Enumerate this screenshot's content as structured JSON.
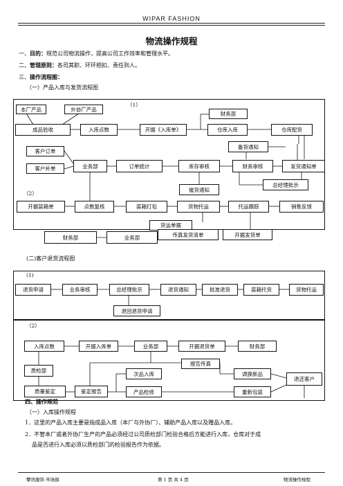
{
  "header": {
    "brand": "WIPAR  FASHION"
  },
  "title": "物流操作规程",
  "sections": {
    "s1": {
      "num": "一、",
      "head": "目的：",
      "text": "规范公司物流操作，提高公司工作效率和管理水平。"
    },
    "s2": {
      "num": "二、",
      "head": "管理原则：",
      "text": "各司其职、环环相扣、责任到人。"
    },
    "s3": {
      "num": "三、",
      "head": "操作流程图："
    },
    "s3_sub1": "（一）产品入库与发货流程图",
    "s3_sub2": "(二)客户退货流程图",
    "s4": {
      "num": "四、",
      "head": "操作规范"
    },
    "s4_sub1": "（一）入库操作规程",
    "rule1": "1．这里的产品入库主要是指成品入库（本厂与外协厂）、辅助产品入库以及赠品入库。",
    "rule2a": "2．不管本厂或者外协厂生产的产品必须经过公司质检部门检验合格后方能进行入库，仓库对于成",
    "rule2b": "品是否进行入库必须以质检部门的检验报告作为依据。"
  },
  "flow1": {
    "label1": "（1）",
    "label2": "（2）",
    "boxes": {
      "own_factory": "本厂产品",
      "outsource_factory": "外协厂产品",
      "finance_top": "财务部",
      "qc": "成品验收",
      "stock_count": "入库点数",
      "issue_receipt": "开据《入库单》",
      "warehouse_in": "仓库入库",
      "warehouse_dist": "仓库配货",
      "stock_notice": "备货通知",
      "customer_order": "客户订单",
      "customer_replenish": "客户补单",
      "sales_dept": "业务部",
      "order_stats": "订单统计",
      "inventory_audit": "库存审核",
      "finance_audit": "财务审核",
      "ship_notice": "发货通知单",
      "gm_approval": "总经理批示",
      "reminder": "催货通知",
      "packing_list": "开据装箱单",
      "recount": "点数复核",
      "pack_box": "装箱打包",
      "consign": "货物托运",
      "track": "托运跟踪",
      "sales_feedback": "销售反馈",
      "waybill": "货运单据",
      "finance_bottom": "财务部",
      "sales_bottom": "业务部",
      "fax_ship": "传真发货清单",
      "issue_ship": "开据发货单"
    }
  },
  "flow2": {
    "label1": "(1)",
    "label2": "（2）",
    "boxes": {
      "return_req": "退货申请",
      "sales_audit": "业务审核",
      "gm_approve": "总经理批示",
      "return_notice": "退货通知",
      "approve_return": "批准退货",
      "box_consign": "装箱托货",
      "cargo_consign": "货物托运",
      "reject_return": "退回退货申请",
      "in_count": "入库点数",
      "issue_in": "开据入库单",
      "sales_dept": "业务部",
      "issue_return": "开据退货单",
      "finance": "财务部",
      "qc_dept": "质检部",
      "report_fax": "报告传真",
      "defect_in": "次品入库",
      "replace_new": "调换新品",
      "return_customer": "退还客户",
      "qc_judge": "质量鉴定",
      "judge_report": "鉴定报告",
      "product_inspect": "产品检修",
      "repack": "重新包装"
    }
  },
  "footer": {
    "left": "攀讯服饰  市场部",
    "center": "第 1 页 共 4 页",
    "right": "物流操作规程"
  }
}
